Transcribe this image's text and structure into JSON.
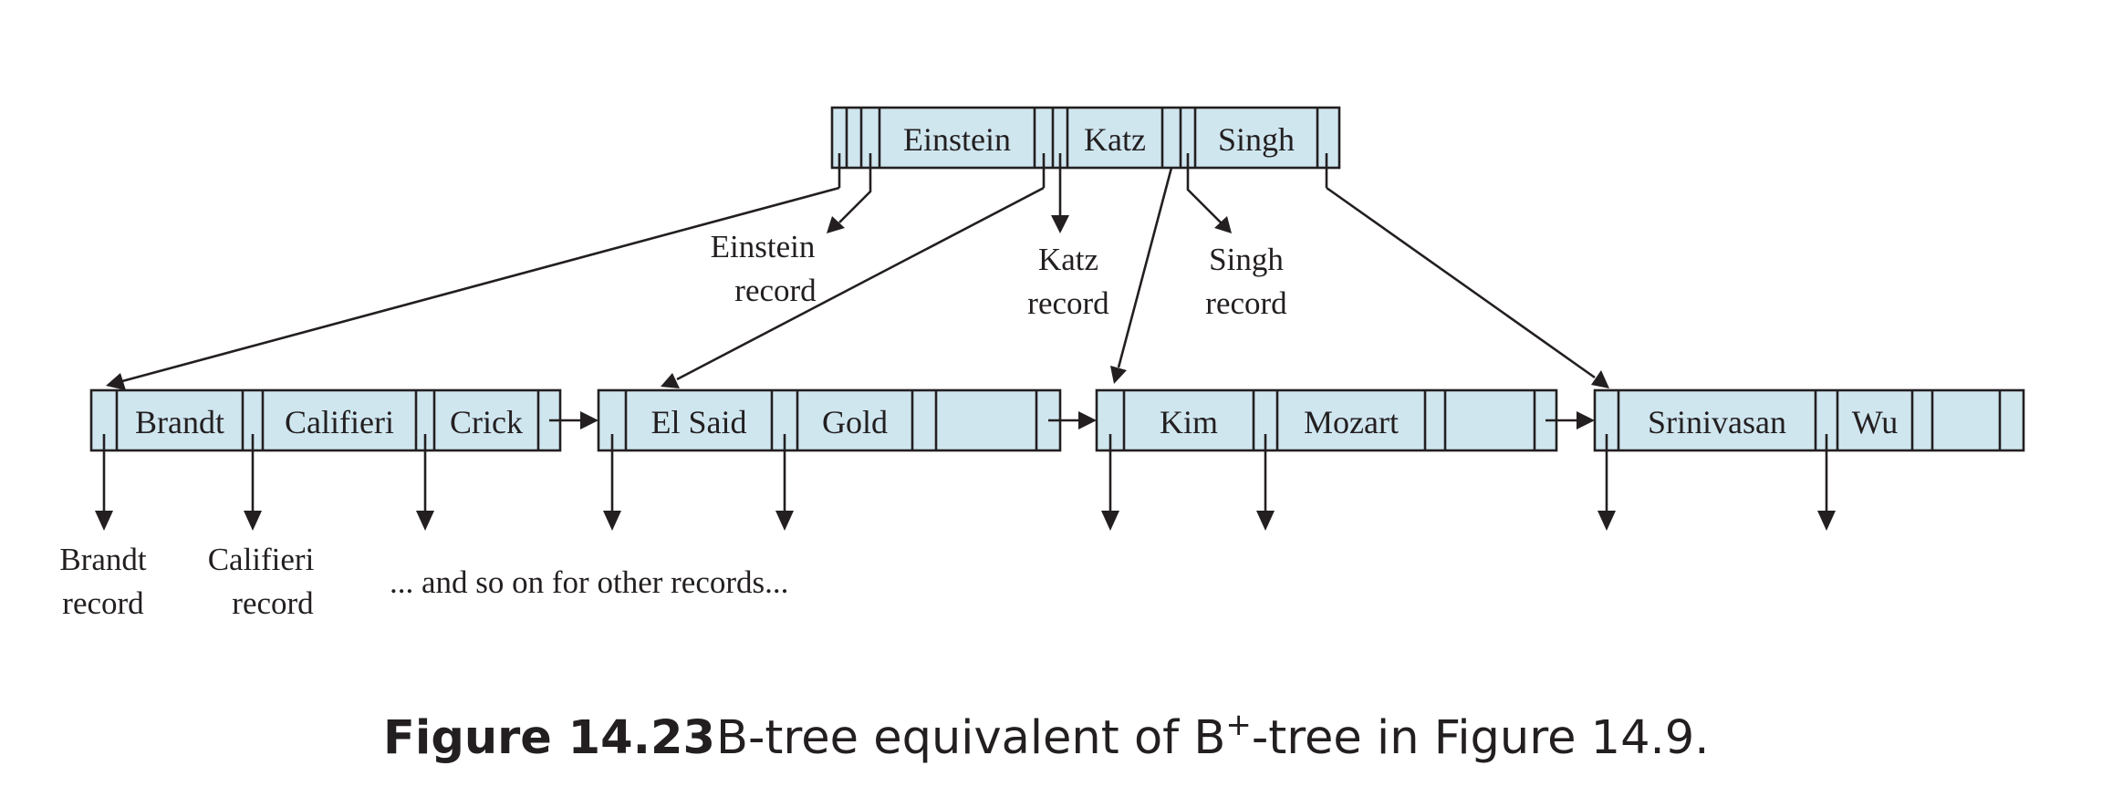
{
  "nodes": {
    "root": [
      "Einstein",
      "Katz",
      "Singh"
    ],
    "leaf1": [
      "Brandt",
      "Califieri",
      "Crick"
    ],
    "leaf2": [
      "El Said",
      "Gold",
      ""
    ],
    "leaf3": [
      "Kim",
      "Mozart",
      ""
    ],
    "leaf4": [
      "Srinivasan",
      "Wu",
      ""
    ]
  },
  "record_labels": {
    "einstein": [
      "Einstein",
      "record"
    ],
    "katz": [
      "Katz",
      "record"
    ],
    "singh": [
      "Singh",
      "record"
    ],
    "brandt": [
      "Brandt",
      "record"
    ],
    "califieri": [
      "Califieri",
      "record"
    ],
    "others": "... and so on for other records..."
  },
  "caption": {
    "number": "Figure 14.23",
    "text_before": "B-tree equivalent of B",
    "superscript": "+",
    "text_after": "-tree in Figure 14.9."
  },
  "colors": {
    "node_fill": "#cfe6ef",
    "stroke": "#231f20"
  }
}
